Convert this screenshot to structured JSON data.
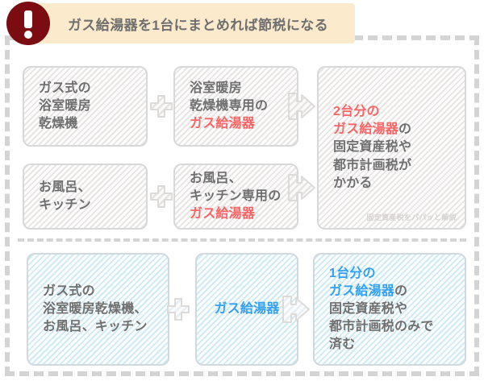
{
  "header": {
    "icon": "exclamation-circle-icon",
    "title": "ガス給湯器を1台にまとめれば節税になる",
    "banner_color": "#fbeacb",
    "icon_color": "#7a0c12",
    "title_color": "#6f6f6f"
  },
  "colors": {
    "accent_red": "#fa6464",
    "accent_blue": "#32a0f5",
    "body_text": "#6f6f6f",
    "border_gray": "#d8d8d8",
    "dash_gray": "#d4d4d4",
    "blue_fill": "#eef8fc",
    "gray_fill": "#f6f4f4"
  },
  "top_section": {
    "row1": {
      "source": {
        "lines": [
          "ガス式の",
          "浴室暖房",
          "乾燥機"
        ]
      },
      "connector_plus": "plus-icon",
      "device": {
        "lines": [
          "浴室暖房",
          "乾燥機専用の"
        ],
        "highlight": "ガス給湯器"
      },
      "connector_arrow": "arrow-right-icon"
    },
    "row2": {
      "source": {
        "lines": [
          "お風呂、",
          "キッチン"
        ]
      },
      "connector_plus": "plus-icon",
      "device": {
        "lines": [
          "お風呂、",
          "キッチン専用の"
        ],
        "highlight": "ガス給湯器"
      },
      "connector_arrow": "arrow-right-icon"
    },
    "result": {
      "highlight_1": "2台分の",
      "highlight_2": "ガス給湯器",
      "tail_2": "の",
      "lines": [
        "固定資産税や",
        "都市計画税が",
        "かかる"
      ],
      "watermark": "固定資産税をパパッと解説"
    }
  },
  "bottom_section": {
    "source": {
      "lines": [
        "ガス式の",
        "浴室暖房乾燥機、",
        "お風呂、キッチン"
      ]
    },
    "connector_plus": "plus-icon",
    "device": {
      "highlight": "ガス給湯器"
    },
    "connector_arrow": "arrow-right-icon",
    "result": {
      "highlight_1": "1台分の",
      "highlight_2": "ガス給湯器",
      "tail_2": "の",
      "lines": [
        "固定資産税や",
        "都市計画税のみで",
        "済む"
      ]
    }
  }
}
